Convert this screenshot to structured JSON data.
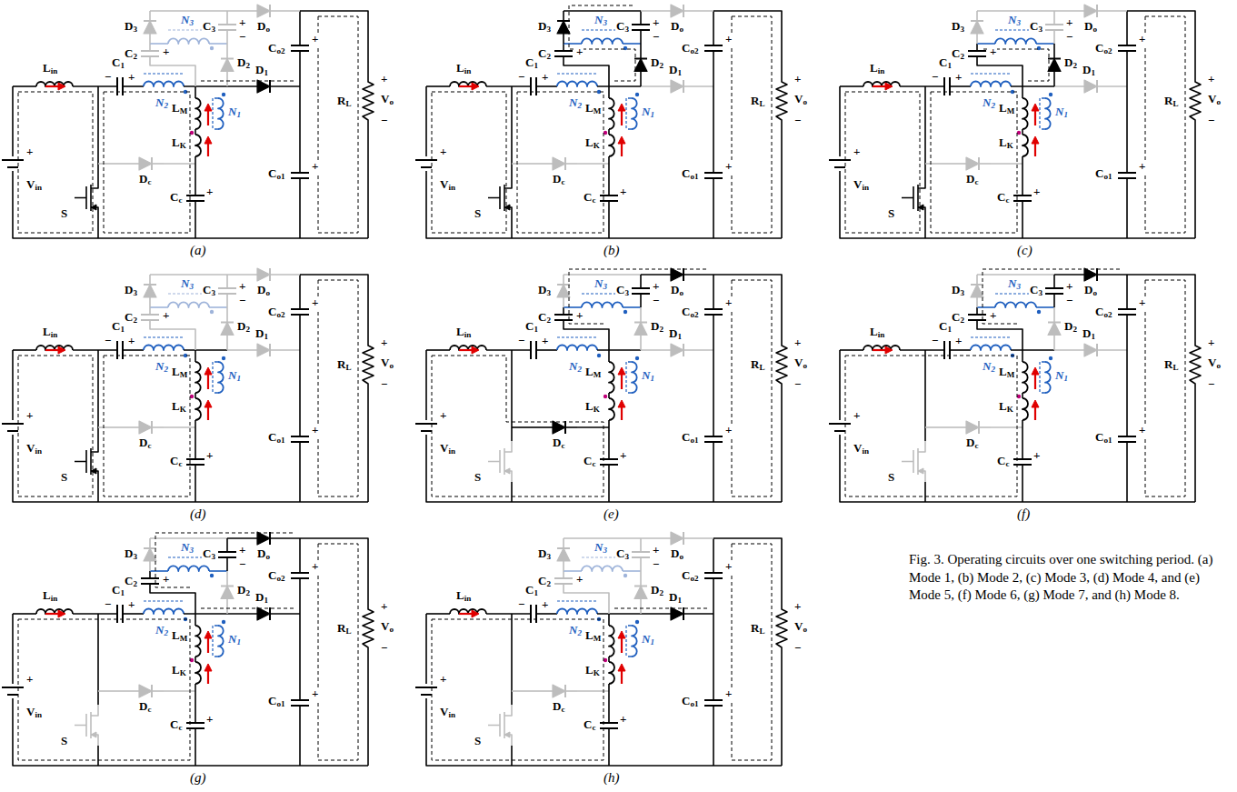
{
  "diagram": {
    "caption": "Fig. 3. Operating circuits over one switching period. (a) Mode 1, (b) Mode 2, (c) Mode 3, (d) Mode 4, and (e) Mode 5, (f) Mode 6, (g) Mode 7, and (h) Mode 8.",
    "labels": [
      "Lin",
      "C1",
      "N2",
      "N1",
      "LM",
      "LK",
      "D1",
      "Dc",
      "S",
      "Cc",
      "Co1",
      "Co2",
      "RL",
      "Vo",
      "Vin",
      "D3",
      "N3",
      "C3",
      "Do",
      "C2",
      "D2",
      "−",
      "+",
      "+",
      "+",
      "−",
      "+",
      "+",
      "+",
      "+",
      "+",
      "−",
      "(a)",
      "Lin",
      "C1",
      "N2",
      "N1",
      "LM",
      "LK",
      "D1",
      "Dc",
      "S",
      "Cc",
      "Co1",
      "Co2",
      "RL",
      "Vo",
      "Vin",
      "D3",
      "N3",
      "C3",
      "Do",
      "C2",
      "D2",
      "−",
      "+",
      "+",
      "+",
      "−",
      "+",
      "+",
      "+",
      "+",
      "+",
      "−",
      "(b)",
      "Lin",
      "C1",
      "N2",
      "N1",
      "LM",
      "LK",
      "D1",
      "Dc",
      "S",
      "Cc",
      "Co1",
      "Co2",
      "RL",
      "Vo",
      "Vin",
      "D3",
      "N3",
      "C3",
      "Do",
      "C2",
      "D2",
      "−",
      "+",
      "+",
      "+",
      "−",
      "+",
      "+",
      "+",
      "+",
      "+",
      "−",
      "(c)",
      "Lin",
      "C1",
      "N2",
      "N1",
      "LM",
      "LK",
      "D1",
      "Dc",
      "S",
      "Cc",
      "Co1",
      "Co2",
      "RL",
      "Vo",
      "Vin",
      "D3",
      "N3",
      "C3",
      "Do",
      "C2",
      "D2",
      "−",
      "+",
      "+",
      "+",
      "−",
      "+",
      "+",
      "+",
      "+",
      "+",
      "−",
      "(d)",
      "Lin",
      "C1",
      "N2",
      "N1",
      "LM",
      "LK",
      "D1",
      "Dc",
      "S",
      "Cc",
      "Co1",
      "Co2",
      "RL",
      "Vo",
      "Vin",
      "D3",
      "N3",
      "C3",
      "Do",
      "C2",
      "D2",
      "−",
      "+",
      "+",
      "+",
      "−",
      "+",
      "+",
      "+",
      "+",
      "+",
      "−",
      "(e)",
      "Lin",
      "C1",
      "N2",
      "N1",
      "LM",
      "LK",
      "D1",
      "Dc",
      "S",
      "Cc",
      "Co1",
      "Co2",
      "RL",
      "Vo",
      "Vin",
      "D3",
      "N3",
      "C3",
      "Do",
      "C2",
      "D2",
      "−",
      "+",
      "+",
      "+",
      "−",
      "+",
      "+",
      "+",
      "+",
      "+",
      "−",
      "(f)",
      "Lin",
      "C1",
      "N2",
      "N1",
      "LM",
      "LK",
      "D1",
      "Dc",
      "S",
      "Cc",
      "Co1",
      "Co2",
      "RL",
      "Vo",
      "Vin",
      "D3",
      "N3",
      "C3",
      "Do",
      "C2",
      "D2",
      "−",
      "+",
      "+",
      "+",
      "−",
      "+",
      "+",
      "+",
      "+",
      "+",
      "−",
      "(g)",
      "Lin",
      "C1",
      "N2",
      "N1",
      "LM",
      "LK",
      "D1",
      "Dc",
      "S",
      "Cc",
      "Co1",
      "Co2",
      "RL",
      "Vo",
      "Vin",
      "D3",
      "N3",
      "C3",
      "Do",
      "C2",
      "D2",
      "−",
      "+",
      "+",
      "+",
      "−",
      "+",
      "+",
      "+",
      "+",
      "+",
      "−",
      "(h)"
    ]
  }
}
